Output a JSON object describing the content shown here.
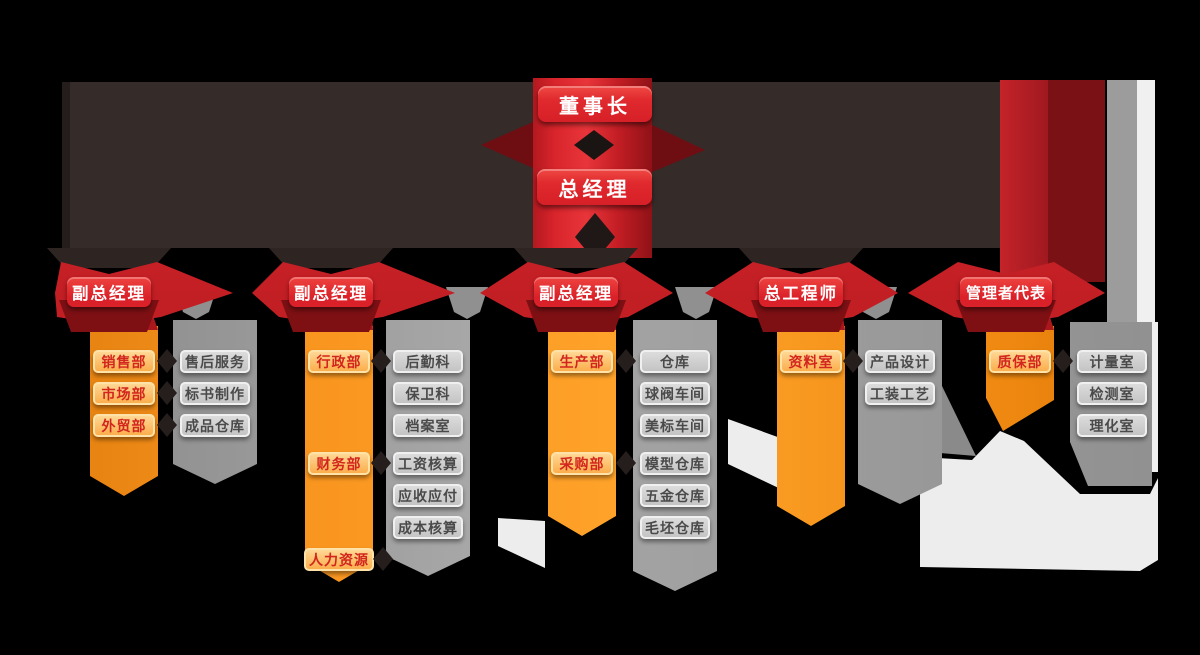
{
  "top": {
    "chairman": "董事长",
    "general_manager": "总经理"
  },
  "branches": [
    {
      "head": "副总经理",
      "departments": [
        {
          "label": "销售部",
          "row": 0
        },
        {
          "label": "市场部",
          "row": 1
        },
        {
          "label": "外贸部",
          "row": 2
        }
      ],
      "sub_units": [
        {
          "label": "售后服务",
          "row": 0
        },
        {
          "label": "标书制作",
          "row": 1
        },
        {
          "label": "成品仓库",
          "row": 2
        }
      ]
    },
    {
      "head": "副总经理",
      "departments": [
        {
          "label": "行政部",
          "row": 0
        },
        {
          "label": "财务部",
          "row": 3
        },
        {
          "label": "人力资源",
          "row": 6
        }
      ],
      "sub_units": [
        {
          "label": "后勤科",
          "row": 0
        },
        {
          "label": "保卫科",
          "row": 1
        },
        {
          "label": "档案室",
          "row": 2
        },
        {
          "label": "工资核算",
          "row": 3
        },
        {
          "label": "应收应付",
          "row": 4
        },
        {
          "label": "成本核算",
          "row": 5
        }
      ]
    },
    {
      "head": "副总经理",
      "departments": [
        {
          "label": "生产部",
          "row": 0
        },
        {
          "label": "采购部",
          "row": 3
        }
      ],
      "sub_units": [
        {
          "label": "仓库",
          "row": 0
        },
        {
          "label": "球阀车间",
          "row": 1
        },
        {
          "label": "美标车间",
          "row": 2
        },
        {
          "label": "模型仓库",
          "row": 3
        },
        {
          "label": "五金仓库",
          "row": 4
        },
        {
          "label": "毛坯仓库",
          "row": 5
        }
      ]
    },
    {
      "head": "总工程师",
      "departments": [
        {
          "label": "资料室",
          "row": 0
        }
      ],
      "sub_units": [
        {
          "label": "产品设计",
          "row": 0
        },
        {
          "label": "工装工艺",
          "row": 1
        }
      ]
    },
    {
      "head": "管理者代表",
      "departments": [
        {
          "label": "质保部",
          "row": 0
        }
      ],
      "sub_units": [
        {
          "label": "计量室",
          "row": 0
        },
        {
          "label": "检测室",
          "row": 1
        },
        {
          "label": "理化室",
          "row": 2
        }
      ]
    }
  ],
  "colors": {
    "red_bright": "#DA2028",
    "red_mid": "#C01E24",
    "red_dark": "#8C1216",
    "orange": "#F6921E",
    "orange_light": "#FBAE4C",
    "gray_ribbon": "#9A9A9A",
    "gray_box": "#C9C9C9",
    "dark_band": "#352B29",
    "diamond_dark": "#251E1C",
    "white_ribbon": "#EDEDED",
    "text_red": "#D2251E",
    "text_gray": "#4A4A4A"
  }
}
